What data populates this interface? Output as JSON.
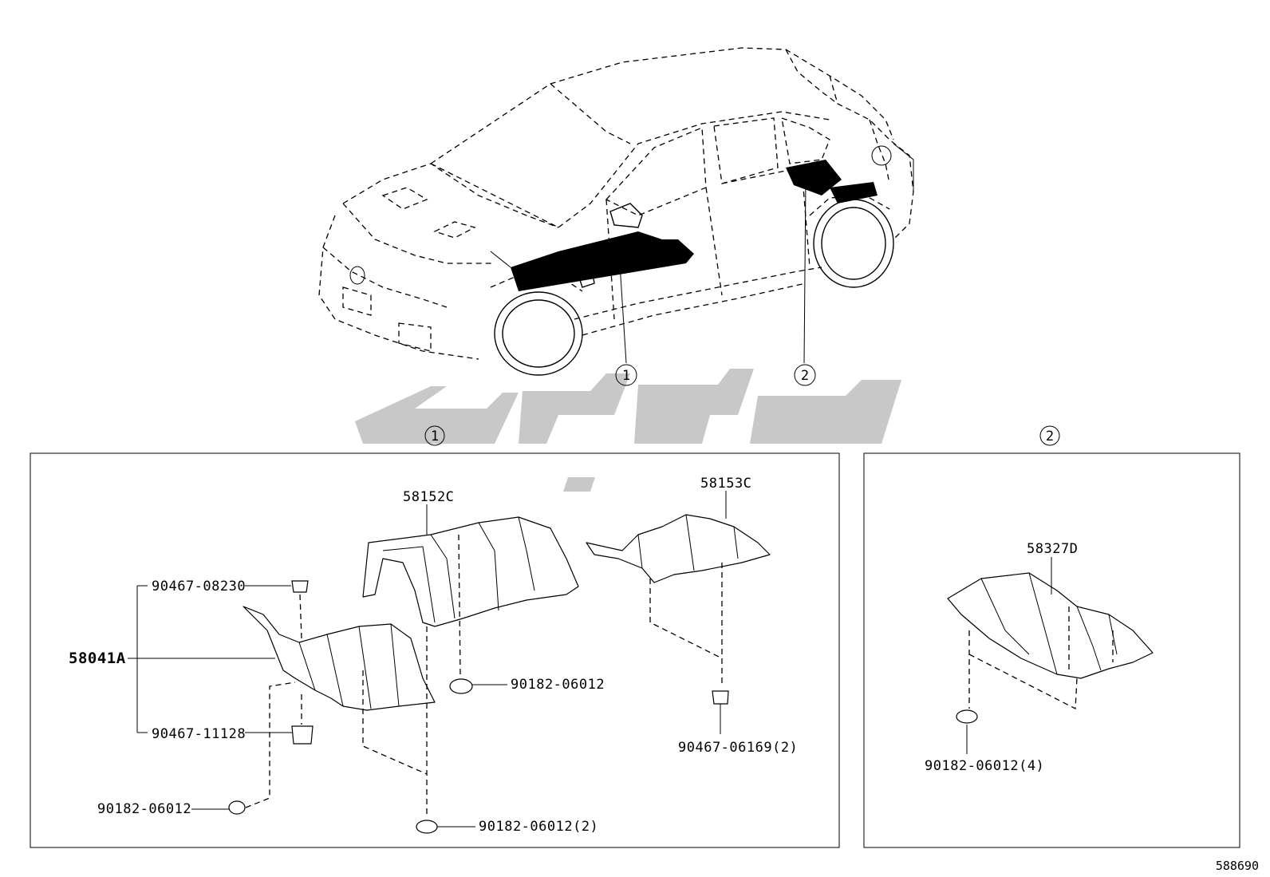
{
  "callouts": {
    "one": "1",
    "two": "2"
  },
  "panels": {
    "one_title": "1",
    "two_title": "2"
  },
  "parts": {
    "p58152C": "58152C",
    "p58153C": "58153C",
    "p58041A": "58041A",
    "p58327D": "58327D",
    "c90467_08230": "90467-08230",
    "c90467_11128": "90467-11128",
    "c90182_06012_a": "90182-06012",
    "c90182_06012_b": "90182-06012",
    "c90182_06012_2": "90182-06012(2)",
    "c90467_06169_2": "90467-06169(2)",
    "c90182_06012_4": "90182-06012(4)"
  },
  "ref_code": "588690",
  "watermark": {
    "color": "#c8c8c8",
    "description_icon": "logo-watermark"
  }
}
